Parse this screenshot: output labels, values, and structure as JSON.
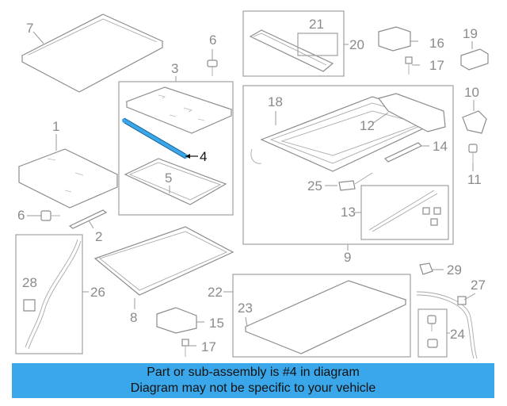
{
  "highlight_color": "#3aa7ea",
  "banner": {
    "line1": "Part or sub-assembly is #4 in diagram",
    "line2": "Diagram may not be specific to your vehicle"
  },
  "callouts": {
    "c1": "1",
    "c2": "2",
    "c3": "3",
    "c4": "4",
    "c5": "5",
    "c6a": "6",
    "c6b": "6",
    "c7": "7",
    "c8": "8",
    "c9": "9",
    "c10": "10",
    "c11": "11",
    "c12": "12",
    "c13": "13",
    "c14": "14",
    "c15": "15",
    "c16": "16",
    "c17a": "17",
    "c17b": "17",
    "c18": "18",
    "c19": "19",
    "c20": "20",
    "c21": "21",
    "c22": "22",
    "c23": "23",
    "c24": "24",
    "c25": "25",
    "c26": "26",
    "c27": "27",
    "c28": "28",
    "c29": "29"
  }
}
